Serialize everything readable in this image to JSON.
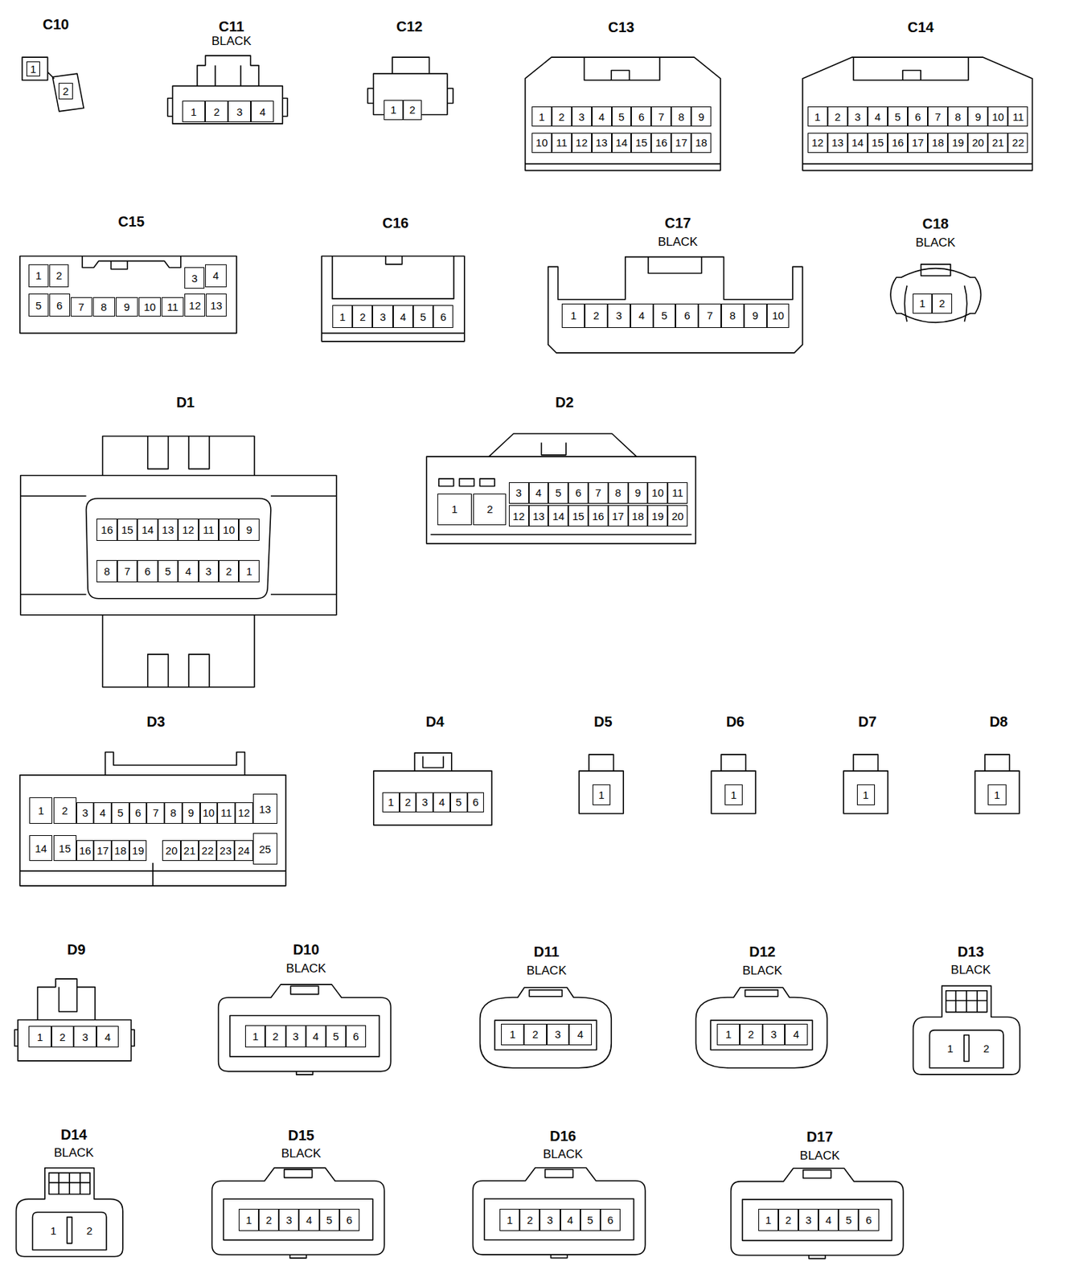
{
  "diagram": {
    "nodes": [
      {
        "text": [
          "C10"
        ]
      },
      {
        "text": [
          "1"
        ],
        "in": 0
      },
      {
        "text": [
          "2"
        ],
        "in": 0
      },
      {
        "text": [
          "C11",
          "BLACK"
        ]
      },
      {
        "text": [
          "1"
        ],
        "in": 3
      },
      {
        "text": [
          "2"
        ],
        "in": 3
      },
      {
        "text": [
          "3"
        ],
        "in": 3
      },
      {
        "text": [
          "4"
        ],
        "in": 3
      },
      {
        "text": [
          "C12"
        ]
      },
      {
        "text": [
          "1"
        ],
        "in": 8
      },
      {
        "text": [
          "2"
        ],
        "in": 8
      },
      {
        "text": [
          "C13"
        ]
      },
      {
        "text": [
          "1"
        ],
        "in": 11
      },
      {
        "text": [
          "2"
        ],
        "in": 11
      },
      {
        "text": [
          "3"
        ],
        "in": 11
      },
      {
        "text": [
          "4"
        ],
        "in": 11
      },
      {
        "text": [
          "5"
        ],
        "in": 11
      },
      {
        "text": [
          "6"
        ],
        "in": 11
      },
      {
        "text": [
          "7"
        ],
        "in": 11
      },
      {
        "text": [
          "8"
        ],
        "in": 11
      },
      {
        "text": [
          "9"
        ],
        "in": 11
      },
      {
        "text": [
          "10"
        ],
        "in": 11
      },
      {
        "text": [
          "11"
        ],
        "in": 11
      },
      {
        "text": [
          "12"
        ],
        "in": 11
      },
      {
        "text": [
          "13"
        ],
        "in": 11
      },
      {
        "text": [
          "14"
        ],
        "in": 11
      },
      {
        "text": [
          "15"
        ],
        "in": 11
      },
      {
        "text": [
          "16"
        ],
        "in": 11
      },
      {
        "text": [
          "17"
        ],
        "in": 11
      },
      {
        "text": [
          "18"
        ],
        "in": 11
      },
      {
        "text": [
          "C14"
        ]
      },
      {
        "text": [
          "1"
        ],
        "in": 30
      },
      {
        "text": [
          "2"
        ],
        "in": 30
      },
      {
        "text": [
          "3"
        ],
        "in": 30
      },
      {
        "text": [
          "4"
        ],
        "in": 30
      },
      {
        "text": [
          "5"
        ],
        "in": 30
      },
      {
        "text": [
          "6"
        ],
        "in": 30
      },
      {
        "text": [
          "7"
        ],
        "in": 30
      },
      {
        "text": [
          "8"
        ],
        "in": 30
      },
      {
        "text": [
          "9"
        ],
        "in": 30
      },
      {
        "text": [
          "10"
        ],
        "in": 30
      },
      {
        "text": [
          "11"
        ],
        "in": 30
      },
      {
        "text": [
          "12"
        ],
        "in": 30
      },
      {
        "text": [
          "13"
        ],
        "in": 30
      },
      {
        "text": [
          "14"
        ],
        "in": 30
      },
      {
        "text": [
          "15"
        ],
        "in": 30
      },
      {
        "text": [
          "16"
        ],
        "in": 30
      },
      {
        "text": [
          "17"
        ],
        "in": 30
      },
      {
        "text": [
          "18"
        ],
        "in": 30
      },
      {
        "text": [
          "19"
        ],
        "in": 30
      },
      {
        "text": [
          "20"
        ],
        "in": 30
      },
      {
        "text": [
          "21"
        ],
        "in": 30
      },
      {
        "text": [
          "22"
        ],
        "in": 30
      },
      {
        "text": [
          "C15"
        ]
      },
      {
        "text": [
          "1"
        ],
        "in": 53
      },
      {
        "text": [
          "2"
        ],
        "in": 53
      },
      {
        "text": [
          "3"
        ],
        "in": 53
      },
      {
        "text": [
          "4"
        ],
        "in": 53
      },
      {
        "text": [
          "5"
        ],
        "in": 53
      },
      {
        "text": [
          "6"
        ],
        "in": 53
      },
      {
        "text": [
          "7"
        ],
        "in": 53
      },
      {
        "text": [
          "8"
        ],
        "in": 53
      },
      {
        "text": [
          "9"
        ],
        "in": 53
      },
      {
        "text": [
          "10"
        ],
        "in": 53
      },
      {
        "text": [
          "11"
        ],
        "in": 53
      },
      {
        "text": [
          "12"
        ],
        "in": 53
      },
      {
        "text": [
          "13"
        ],
        "in": 53
      },
      {
        "text": [
          "C16"
        ]
      },
      {
        "text": [
          "1"
        ],
        "in": 67
      },
      {
        "text": [
          "2"
        ],
        "in": 67
      },
      {
        "text": [
          "3"
        ],
        "in": 67
      },
      {
        "text": [
          "4"
        ],
        "in": 67
      },
      {
        "text": [
          "5"
        ],
        "in": 67
      },
      {
        "text": [
          "6"
        ],
        "in": 67
      },
      {
        "text": [
          "C17",
          "BLACK"
        ]
      },
      {
        "text": [
          "1"
        ],
        "in": 74
      },
      {
        "text": [
          "2"
        ],
        "in": 74
      },
      {
        "text": [
          "3"
        ],
        "in": 74
      },
      {
        "text": [
          "4"
        ],
        "in": 74
      },
      {
        "text": [
          "5"
        ],
        "in": 74
      },
      {
        "text": [
          "6"
        ],
        "in": 74
      },
      {
        "text": [
          "7"
        ],
        "in": 74
      },
      {
        "text": [
          "8"
        ],
        "in": 74
      },
      {
        "text": [
          "9"
        ],
        "in": 74
      },
      {
        "text": [
          "10"
        ],
        "in": 74
      },
      {
        "text": [
          "C18",
          "BLACK"
        ]
      },
      {
        "text": [
          "1"
        ],
        "in": 85
      },
      {
        "text": [
          "2"
        ],
        "in": 85
      },
      {
        "text": [
          "D1"
        ]
      },
      {
        "text": [
          "16"
        ],
        "in": 88
      },
      {
        "text": [
          "15"
        ],
        "in": 88
      },
      {
        "text": [
          "14"
        ],
        "in": 88
      },
      {
        "text": [
          "13"
        ],
        "in": 88
      },
      {
        "text": [
          "12"
        ],
        "in": 88
      },
      {
        "text": [
          "11"
        ],
        "in": 88
      },
      {
        "text": [
          "10"
        ],
        "in": 88
      },
      {
        "text": [
          "9"
        ],
        "in": 88
      },
      {
        "text": [
          "8"
        ],
        "in": 88
      },
      {
        "text": [
          "7"
        ],
        "in": 88
      },
      {
        "text": [
          "6"
        ],
        "in": 88
      },
      {
        "text": [
          "5"
        ],
        "in": 88
      },
      {
        "text": [
          "4"
        ],
        "in": 88
      },
      {
        "text": [
          "3"
        ],
        "in": 88
      },
      {
        "text": [
          "2"
        ],
        "in": 88
      },
      {
        "text": [
          "1"
        ],
        "in": 88
      },
      {
        "text": [
          "D2"
        ]
      },
      {
        "text": [
          "1"
        ],
        "in": 105
      },
      {
        "text": [
          "2"
        ],
        "in": 105
      },
      {
        "text": [
          "3"
        ],
        "in": 105
      },
      {
        "text": [
          "4"
        ],
        "in": 105
      },
      {
        "text": [
          "5"
        ],
        "in": 105
      },
      {
        "text": [
          "6"
        ],
        "in": 105
      },
      {
        "text": [
          "7"
        ],
        "in": 105
      },
      {
        "text": [
          "8"
        ],
        "in": 105
      },
      {
        "text": [
          "9"
        ],
        "in": 105
      },
      {
        "text": [
          "10"
        ],
        "in": 105
      },
      {
        "text": [
          "11"
        ],
        "in": 105
      },
      {
        "text": [
          "12"
        ],
        "in": 105
      },
      {
        "text": [
          "13"
        ],
        "in": 105
      },
      {
        "text": [
          "14"
        ],
        "in": 105
      },
      {
        "text": [
          "15"
        ],
        "in": 105
      },
      {
        "text": [
          "16"
        ],
        "in": 105
      },
      {
        "text": [
          "17"
        ],
        "in": 105
      },
      {
        "text": [
          "18"
        ],
        "in": 105
      },
      {
        "text": [
          "19"
        ],
        "in": 105
      },
      {
        "text": [
          "20"
        ],
        "in": 105
      },
      {
        "text": [
          "D3"
        ]
      },
      {
        "text": [
          "1"
        ],
        "in": 126
      },
      {
        "text": [
          "2"
        ],
        "in": 126
      },
      {
        "text": [
          "3"
        ],
        "in": 126
      },
      {
        "text": [
          "4"
        ],
        "in": 126
      },
      {
        "text": [
          "5"
        ],
        "in": 126
      },
      {
        "text": [
          "6"
        ],
        "in": 126
      },
      {
        "text": [
          "7"
        ],
        "in": 126
      },
      {
        "text": [
          "8"
        ],
        "in": 126
      },
      {
        "text": [
          "9"
        ],
        "in": 126
      },
      {
        "text": [
          "10"
        ],
        "in": 126
      },
      {
        "text": [
          "11"
        ],
        "in": 126
      },
      {
        "text": [
          "12"
        ],
        "in": 126
      },
      {
        "text": [
          "13"
        ],
        "in": 126
      },
      {
        "text": [
          "14"
        ],
        "in": 126
      },
      {
        "text": [
          "15"
        ],
        "in": 126
      },
      {
        "text": [
          "16"
        ],
        "in": 126
      },
      {
        "text": [
          "17"
        ],
        "in": 126
      },
      {
        "text": [
          "18"
        ],
        "in": 126
      },
      {
        "text": [
          "19"
        ],
        "in": 126
      },
      {
        "text": [
          "20"
        ],
        "in": 126
      },
      {
        "text": [
          "21"
        ],
        "in": 126
      },
      {
        "text": [
          "22"
        ],
        "in": 126
      },
      {
        "text": [
          "23"
        ],
        "in": 126
      },
      {
        "text": [
          "24"
        ],
        "in": 126
      },
      {
        "text": [
          "25"
        ],
        "in": 126
      },
      {
        "text": [
          "D4"
        ]
      },
      {
        "text": [
          "1"
        ],
        "in": 152
      },
      {
        "text": [
          "2"
        ],
        "in": 152
      },
      {
        "text": [
          "3"
        ],
        "in": 152
      },
      {
        "text": [
          "4"
        ],
        "in": 152
      },
      {
        "text": [
          "5"
        ],
        "in": 152
      },
      {
        "text": [
          "6"
        ],
        "in": 152
      },
      {
        "text": [
          "D5"
        ]
      },
      {
        "text": [
          "1"
        ],
        "in": 159
      },
      {
        "text": [
          "D6"
        ]
      },
      {
        "text": [
          "1"
        ],
        "in": 161
      },
      {
        "text": [
          "D7"
        ]
      },
      {
        "text": [
          "1"
        ],
        "in": 163
      },
      {
        "text": [
          "D8"
        ]
      },
      {
        "text": [
          "1"
        ],
        "in": 165
      },
      {
        "text": [
          "D9"
        ]
      },
      {
        "text": [
          "1"
        ],
        "in": 167
      },
      {
        "text": [
          "2"
        ],
        "in": 167
      },
      {
        "text": [
          "3"
        ],
        "in": 167
      },
      {
        "text": [
          "4"
        ],
        "in": 167
      },
      {
        "text": [
          "D10",
          "BLACK"
        ]
      },
      {
        "text": [
          "1"
        ],
        "in": 172
      },
      {
        "text": [
          "2"
        ],
        "in": 172
      },
      {
        "text": [
          "3"
        ],
        "in": 172
      },
      {
        "text": [
          "4"
        ],
        "in": 172
      },
      {
        "text": [
          "5"
        ],
        "in": 172
      },
      {
        "text": [
          "6"
        ],
        "in": 172
      },
      {
        "text": [
          "D11",
          "BLACK"
        ]
      },
      {
        "text": [
          "1"
        ],
        "in": 179
      },
      {
        "text": [
          "2"
        ],
        "in": 179
      },
      {
        "text": [
          "3"
        ],
        "in": 179
      },
      {
        "text": [
          "4"
        ],
        "in": 179
      },
      {
        "text": [
          "D12",
          "BLACK"
        ]
      },
      {
        "text": [
          "1"
        ],
        "in": 184
      },
      {
        "text": [
          "2"
        ],
        "in": 184
      },
      {
        "text": [
          "3"
        ],
        "in": 184
      },
      {
        "text": [
          "4"
        ],
        "in": 184
      },
      {
        "text": [
          "D13",
          "BLACK"
        ]
      },
      {
        "text": [
          "1"
        ],
        "in": 189
      },
      {
        "text": [
          "2"
        ],
        "in": 189
      },
      {
        "text": [
          "D14",
          "BLACK"
        ]
      },
      {
        "text": [
          "1"
        ],
        "in": 192
      },
      {
        "text": [
          "2"
        ],
        "in": 192
      },
      {
        "text": [
          "D15",
          "BLACK"
        ]
      },
      {
        "text": [
          "1"
        ],
        "in": 195
      },
      {
        "text": [
          "2"
        ],
        "in": 195
      },
      {
        "text": [
          "3"
        ],
        "in": 195
      },
      {
        "text": [
          "4"
        ],
        "in": 195
      },
      {
        "text": [
          "5"
        ],
        "in": 195
      },
      {
        "text": [
          "6"
        ],
        "in": 195
      },
      {
        "text": [
          "D16",
          "BLACK"
        ]
      },
      {
        "text": [
          "1"
        ],
        "in": 202
      },
      {
        "text": [
          "2"
        ],
        "in": 202
      },
      {
        "text": [
          "3"
        ],
        "in": 202
      },
      {
        "text": [
          "4"
        ],
        "in": 202
      },
      {
        "text": [
          "5"
        ],
        "in": 202
      },
      {
        "text": [
          "6"
        ],
        "in": 202
      },
      {
        "text": [
          "D17",
          "BLACK"
        ]
      },
      {
        "text": [
          "1"
        ],
        "in": 209
      },
      {
        "text": [
          "2"
        ],
        "in": 209
      },
      {
        "text": [
          "3"
        ],
        "in": 209
      },
      {
        "text": [
          "4"
        ],
        "in": 209
      },
      {
        "text": [
          "5"
        ],
        "in": 209
      },
      {
        "text": [
          "6"
        ],
        "in": 209
      }
    ]
  }
}
